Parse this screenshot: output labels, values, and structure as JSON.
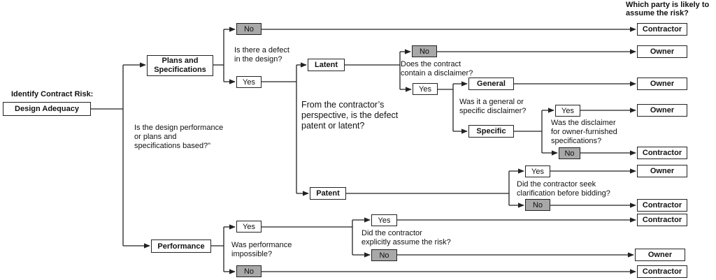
{
  "header": {
    "risk_party_question": "Which party is likely to\nassume the risk?",
    "identify_label": "Identify Contract Risk:"
  },
  "nodes": {
    "design_adequacy": "Design Adequacy",
    "plans_specs": "Plans and\nSpecifications",
    "performance": "Performance",
    "latent": "Latent",
    "patent": "Patent",
    "general": "General",
    "specific": "Specific",
    "yes": "Yes",
    "no": "No",
    "contractor": "Contractor",
    "owner": "Owner"
  },
  "questions": {
    "design_basis": "Is the design performance\nor plans and\nspecifications based?\"",
    "defect_in_design": "Is there a defect\nin the design?",
    "patent_or_latent": "From the contractor’s\nperspective, is the defect\npatent or latent?",
    "disclaimer": "Does the contract\ncontain a disclaimer?",
    "general_or_specific": "Was it a general or\nspecific disclaimer?",
    "owner_furnished": "Was the disclaimer\nfor owner-furnished\nspecifications?",
    "seek_clarification": "Did the contractor seek\nclarification before bidding?",
    "performance_impossible": "Was performance\nimpossible?",
    "explicitly_assume": "Did the contractor\nexplicitly assume the risk?"
  }
}
